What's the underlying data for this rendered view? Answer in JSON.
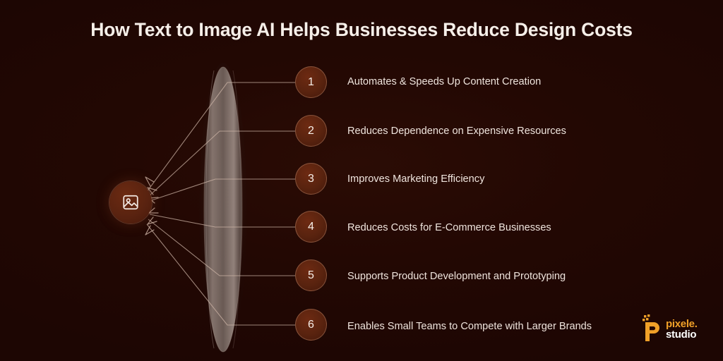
{
  "header": {
    "title": "How Text to Image AI Helps Businesses Reduce Design Costs"
  },
  "hub": {
    "icon": "image-icon"
  },
  "items": [
    {
      "number": "1",
      "label": "Automates & Speeds Up Content Creation"
    },
    {
      "number": "2",
      "label": "Reduces Dependence on Expensive Resources"
    },
    {
      "number": "3",
      "label": "Improves Marketing Efficiency"
    },
    {
      "number": "4",
      "label": "Reduces Costs for E-Commerce Businesses"
    },
    {
      "number": "5",
      "label": "Supports Product Development and Prototyping"
    },
    {
      "number": "6",
      "label": "Enables Small Teams to Compete with Larger Brands"
    }
  ],
  "logo": {
    "mark": "pixele-p-icon",
    "line1": "pixele.",
    "line2": "studio"
  },
  "colors": {
    "background": "#230803",
    "title_text": "#f6efe9",
    "body_text": "#efe4dd",
    "circle_fill": "#59230f",
    "circle_border": "#ce9678",
    "connector": "#cfb5a8",
    "lens": "#9c8c86",
    "logo_orange": "#f0a028",
    "logo_white": "#ffffff"
  }
}
